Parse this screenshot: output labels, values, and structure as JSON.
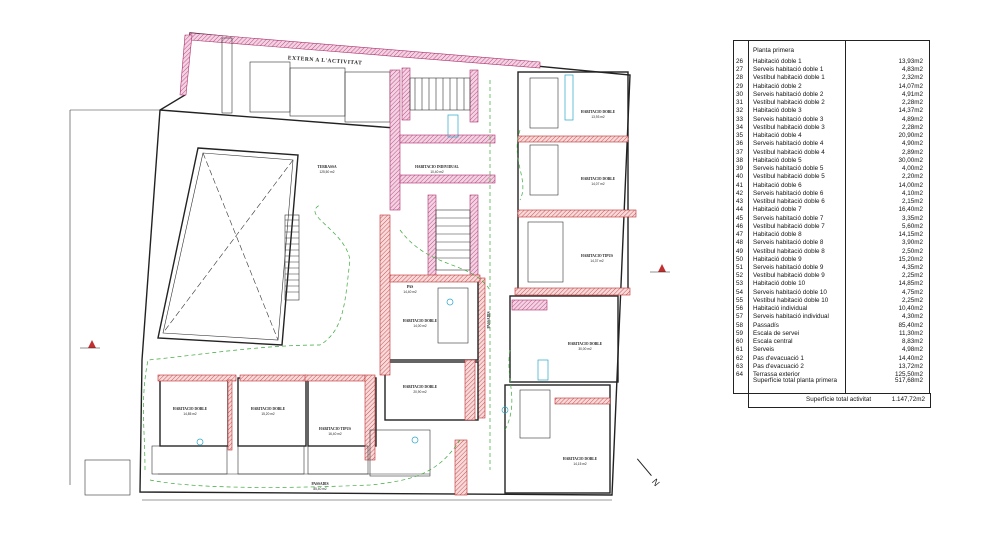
{
  "table": {
    "title": "Planta primera",
    "rows": [
      {
        "num": "26",
        "name": "Habitació doble 1",
        "area": "13,93m2"
      },
      {
        "num": "27",
        "name": "Serveis habitació doble 1",
        "area": "4,83m2"
      },
      {
        "num": "28",
        "name": "Vestíbul habitació doble 1",
        "area": "2,32m2"
      },
      {
        "num": "29",
        "name": "Habitació doble 2",
        "area": "14,07m2"
      },
      {
        "num": "30",
        "name": "Serveis habitació doble 2",
        "area": "4,91m2"
      },
      {
        "num": "31",
        "name": "Vestíbul habitació doble 2",
        "area": "2,28m2"
      },
      {
        "num": "32",
        "name": "Habitació doble 3",
        "area": "14,37m2"
      },
      {
        "num": "33",
        "name": "Serveis habitació doble 3",
        "area": "4,89m2"
      },
      {
        "num": "34",
        "name": "Vestíbul habitació doble 3",
        "area": "2,28m2"
      },
      {
        "num": "35",
        "name": "Habitació doble 4",
        "area": "20,90m2"
      },
      {
        "num": "36",
        "name": "Serveis habitació doble 4",
        "area": "4,90m2"
      },
      {
        "num": "37",
        "name": "Vestíbul habitació doble 4",
        "area": "2,89m2"
      },
      {
        "num": "38",
        "name": "Habitació doble 5",
        "area": "30,00m2"
      },
      {
        "num": "39",
        "name": "Serveis habitació doble 5",
        "area": "4,00m2"
      },
      {
        "num": "40",
        "name": "Vestíbul habitació doble 5",
        "area": "2,20m2"
      },
      {
        "num": "41",
        "name": "Habitació doble 6",
        "area": "14,00m2"
      },
      {
        "num": "42",
        "name": "Serveis habitació doble 6",
        "area": "4,10m2"
      },
      {
        "num": "43",
        "name": "Vestíbul habitació doble 6",
        "area": "2,15m2"
      },
      {
        "num": "44",
        "name": "Habitació doble 7",
        "area": "16,40m2"
      },
      {
        "num": "45",
        "name": "Serveis habitació doble 7",
        "area": "3,35m2"
      },
      {
        "num": "46",
        "name": "Vestíbul habitació doble 7",
        "area": "5,60m2"
      },
      {
        "num": "47",
        "name": "Habitació doble 8",
        "area": "14,15m2"
      },
      {
        "num": "48",
        "name": "Serveis habitació doble 8",
        "area": "3,90m2"
      },
      {
        "num": "49",
        "name": "Vestíbul habitació doble 8",
        "area": "2,50m2"
      },
      {
        "num": "50",
        "name": "Habitació doble 9",
        "area": "15,20m2"
      },
      {
        "num": "51",
        "name": "Serveis habitació doble 9",
        "area": "4,35m2"
      },
      {
        "num": "52",
        "name": "Vestíbul habitació doble 9",
        "area": "2,25m2"
      },
      {
        "num": "53",
        "name": "Habitació doble 10",
        "area": "14,85m2"
      },
      {
        "num": "54",
        "name": "Serveis habitació doble 10",
        "area": "4,75m2"
      },
      {
        "num": "55",
        "name": "Vestíbul habitació doble 10",
        "area": "2,25m2"
      },
      {
        "num": "56",
        "name": "Habitació individual",
        "area": "10,40m2"
      },
      {
        "num": "57",
        "name": "Serveis habitació individual",
        "area": "4,30m2"
      },
      {
        "num": "58",
        "name": "Passadís",
        "area": "85,40m2"
      },
      {
        "num": "59",
        "name": "Escala de servei",
        "area": "11,30m2"
      },
      {
        "num": "60",
        "name": "Escala central",
        "area": "8,83m2"
      },
      {
        "num": "61",
        "name": "Serveis",
        "area": "4,98m2"
      },
      {
        "num": "62",
        "name": "Pas d'evacuació 1",
        "area": "14,40m2"
      },
      {
        "num": "63",
        "name": "Pas d'evacuació 2",
        "area": "13,72m2"
      },
      {
        "num": "64",
        "name": "Terrassa exterior",
        "area": "125,50m2"
      }
    ],
    "subtotal_label": "Superfície total planta primera",
    "subtotal_value": "517,68m2",
    "total_label": "Superfície total activitat",
    "total_value": "1.147,72m2"
  },
  "plan": {
    "rooms": [
      {
        "name": "EXTERN A L'ACTIVITAT",
        "area": ""
      },
      {
        "name": "TERRASSA",
        "area": "125,50 m2"
      },
      {
        "name": "HABITACIO INDIVIDUAL",
        "area": "10,40 m2"
      },
      {
        "name": "HABITACIO DOBLE",
        "area": "13,93 m2"
      },
      {
        "name": "HABITACIO DOBLE",
        "area": "14,07 m2"
      },
      {
        "name": "HABITACIO TIPUS",
        "area": "14,37 m2"
      },
      {
        "name": "HABITACIO DOBLE",
        "area": "14,00 m2"
      },
      {
        "name": "HABITACIO DOBLE",
        "area": "30,00 m2"
      },
      {
        "name": "HABITACIO DOBLE",
        "area": "20,90 m2"
      },
      {
        "name": "HABITACIO DOBLE",
        "area": "14,85 m2"
      },
      {
        "name": "HABITACIO DOBLE",
        "area": "15,20 m2"
      },
      {
        "name": "HABITACIO TIPUS",
        "area": "16,40 m2"
      },
      {
        "name": "HABITACIO DOBLE",
        "area": "14,15 m2"
      },
      {
        "name": "PAS",
        "area": "14,40 m2"
      },
      {
        "name": "PASSADIS",
        "area": "85,40 m2"
      },
      {
        "name": "PASSADIS",
        "area": ""
      }
    ],
    "north_label": "N",
    "colors": {
      "fire_wall": "#b0306e",
      "wall_hatch": "#c03030",
      "evacuation_route": "#3aa83a",
      "fixtures": "#2aa6c8"
    }
  }
}
